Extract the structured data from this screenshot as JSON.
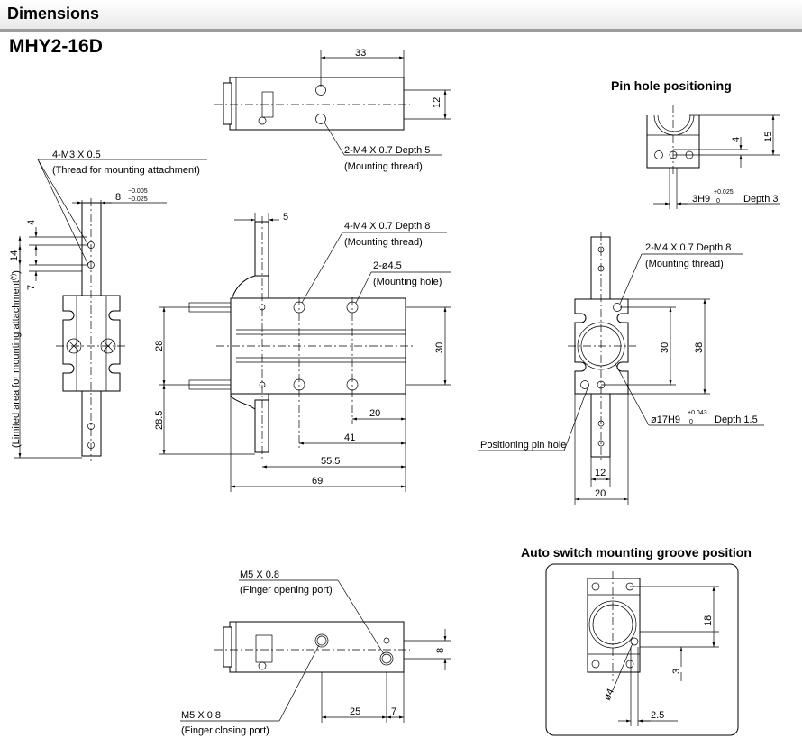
{
  "header": {
    "title": "Dimensions"
  },
  "model": "MHY2-16D",
  "sections": {
    "pin_hole": "Pin hole positioning",
    "auto_switch": "Auto switch mounting groove position"
  },
  "top_view": {
    "dim_33": "33",
    "dim_12": "12",
    "note_thread": "2-M4 X 0.7 Depth 5",
    "note_thread_desc": "(Mounting thread)"
  },
  "left_view": {
    "note_thread": "4-M3 X 0.5",
    "note_thread_desc": "(Thread for mounting attachment)",
    "dim_8": "8",
    "tol_8_upper": "−0.005",
    "tol_8_lower": "−0.025",
    "dim_4": "4",
    "dim_14": "14",
    "dim_7": "7",
    "limited_area": "(Limited area for mounting attachment",
    "limited_area_note": "(*)",
    "limited_area_close": ")"
  },
  "front_view": {
    "dim_5": "5",
    "note_thread": "4-M4 X 0.7 Depth 8",
    "note_thread_desc": "(Mounting thread)",
    "note_hole": "2-ø4.5",
    "note_hole_desc": "(Mounting hole)",
    "dim_28": "28",
    "dim_28_5": "28.5",
    "dim_30": "30",
    "dim_20": "20",
    "dim_41": "41",
    "dim_55_5": "55.5",
    "dim_69": "69"
  },
  "right_view": {
    "note_thread": "2-M4 X 0.7 Depth 8",
    "note_thread_desc": "(Mounting thread)",
    "dim_30": "30",
    "dim_38": "38",
    "bore": "ø17H9",
    "bore_tol_upper": "+0.043",
    "bore_tol_lower": "0",
    "bore_depth": "Depth 1.5",
    "pin_note": "Positioning pin hole",
    "dim_12": "12",
    "dim_20": "20"
  },
  "pin_hole_view": {
    "dim_4": "4",
    "dim_15": "15",
    "hole": "3H9",
    "hole_tol_upper": "+0.025",
    "hole_tol_lower": "0",
    "hole_depth": "Depth 3"
  },
  "bottom_view": {
    "opening_port": "M5 X 0.8",
    "opening_port_desc": "(Finger opening port)",
    "closing_port": "M5 X 0.8",
    "closing_port_desc": "(Finger closing port)",
    "dim_25": "25",
    "dim_7": "7",
    "dim_8": "8"
  },
  "auto_switch_view": {
    "dim_18": "18",
    "dim_3": "3",
    "dim_4": "ø4",
    "dim_2_5": "2.5"
  }
}
